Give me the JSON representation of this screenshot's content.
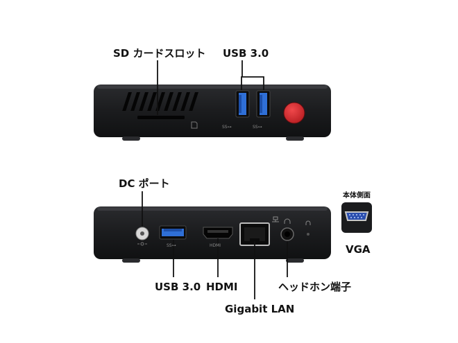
{
  "labels": {
    "sd_card_slot": "SD カードスロット",
    "usb_top": "USB 3.0",
    "dc_port": "DC ポート",
    "side_panel": "本体側面",
    "vga": "VGA",
    "usb_bottom": "USB 3.0",
    "hdmi": "HDMI",
    "gigabit_lan": "Gigabit LAN",
    "headphone": "ヘッドホン端子"
  },
  "port_marks": {
    "ss_usb": "SS⊶",
    "hdmi_mark": "HDMI"
  },
  "colors": {
    "device_body": "#1b1c1e",
    "device_top": "#2a2b2e",
    "usb_blue": "#2f6fd6",
    "power_red": "#d6282c",
    "leader_line": "#111111",
    "vga_blue": "#2c4fae"
  },
  "icons": {
    "sd_card": "sd-card-icon",
    "power_button": "power-button-icon",
    "ethernet": "ethernet-icon",
    "headphone": "headphone-icon",
    "dc_power": "dc-power-icon"
  }
}
